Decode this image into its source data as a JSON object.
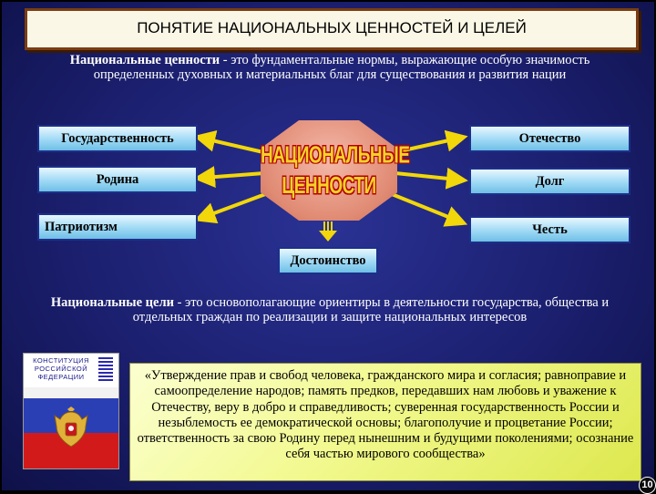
{
  "title": "ПОНЯТИЕ НАЦИОНАЛЬНЫХ ЦЕННОСТЕЙ И ЦЕЛЕЙ",
  "values_definition": {
    "term": "Национальные ценности",
    "text": " - это фундаментальные нормы, выражающие особую значимость определенных духовных и материальных благ для существования и развития нации"
  },
  "center_label": {
    "line1": "НАЦИОНАЛЬНЫЕ",
    "line2": "ЦЕННОСТИ"
  },
  "values_left": [
    "Государственность",
    "Родина",
    "Патриотизм"
  ],
  "values_right": [
    "Отечество",
    "Долг",
    "Честь"
  ],
  "value_bottom": "Достоинство",
  "goals_definition": {
    "term": "Национальные цели",
    "text": " - это основополагающие ориентиры в деятельности государства, общества и отдельных граждан по реализации и защите национальных интересов"
  },
  "constitution": {
    "title": "КОНСТИТУЦИЯ РОССИЙСКОЙ ФЕДЕРАЦИИ"
  },
  "quote": "«Утверждение прав и свобод человека, гражданского мира и согласия; равноправие и самоопределение народов; память предков, передавших нам любовь и уважение к Отечеству, веру в добро и справедливость; суверенная государственность России и незыблемость ее демократической основы; благополучие и процветание России; ответственность за свою Родину перед нынешним и будущими поколениями; осознание себя частью мирового сообщества»",
  "page_number": "10",
  "colors": {
    "background": "#1b1f6e",
    "value_box": "#9fd9f5",
    "arrow": "#f2d70a",
    "center": "#e08a73",
    "quote_box": "#f2f98f"
  }
}
